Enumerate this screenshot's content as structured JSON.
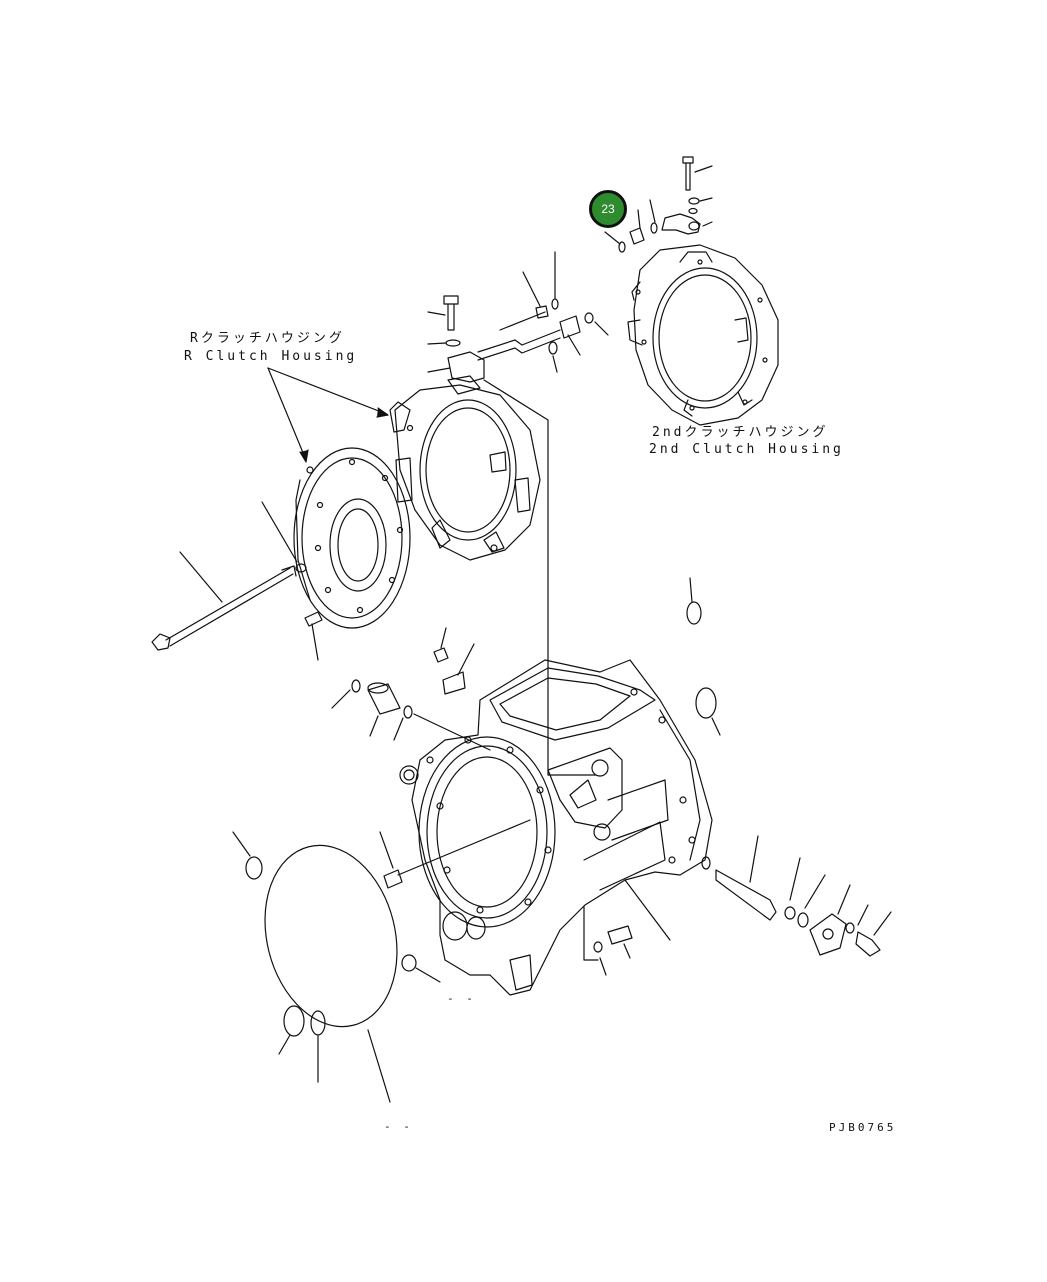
{
  "labels": {
    "r_clutch_jp": "Rクラッチハウジング",
    "r_clutch_en": "R Clutch Housing",
    "second_clutch_jp": "2ndクラッチハウジング",
    "second_clutch_en": "2nd Clutch Housing",
    "drawing_code": "PJB0765",
    "dash_mark_1": "- -",
    "dash_mark_2": "- -"
  },
  "callouts": [
    {
      "number": "23",
      "color": "#2e8b2e"
    }
  ]
}
